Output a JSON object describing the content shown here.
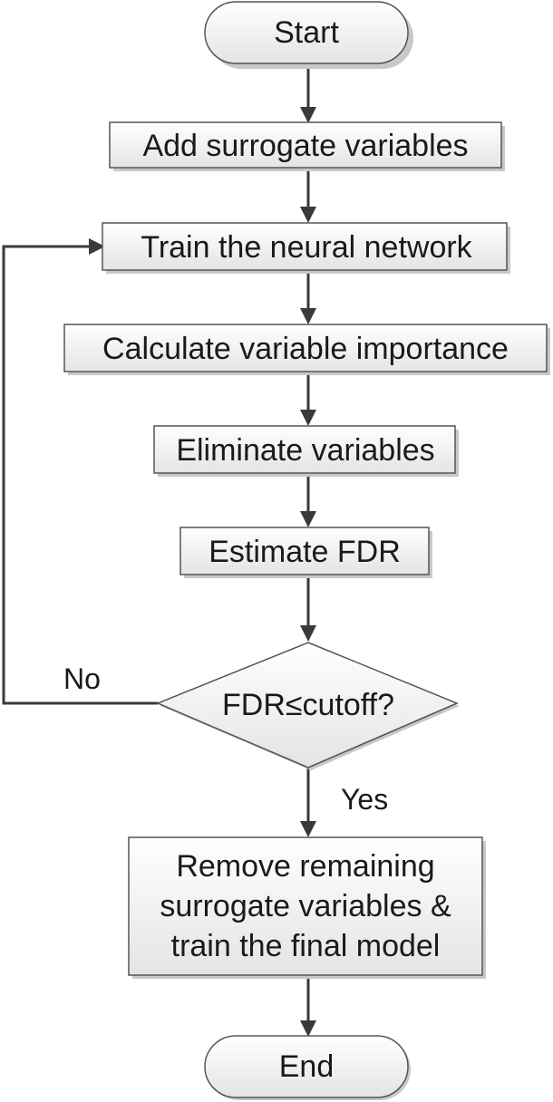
{
  "diagram": {
    "nodes": {
      "start": {
        "lines": [
          "Start"
        ]
      },
      "add_surrogate": {
        "lines": [
          "Add surrogate variables"
        ]
      },
      "train_nn": {
        "lines": [
          "Train the neural network"
        ]
      },
      "calc_importance": {
        "lines": [
          "Calculate variable importance"
        ]
      },
      "eliminate": {
        "lines": [
          "Eliminate variables"
        ]
      },
      "estimate_fdr": {
        "lines": [
          "Estimate FDR"
        ]
      },
      "decision": {
        "lines": [
          "FDR≤cutoff?"
        ]
      },
      "remove_train": {
        "lines": [
          "Remove remaining",
          "surrogate variables &",
          "train the final model"
        ]
      },
      "end": {
        "lines": [
          "End"
        ]
      }
    },
    "edge_labels": {
      "no": "No",
      "yes": "Yes"
    },
    "colors": {
      "box_fill_top": "#ffffff",
      "box_fill_bottom": "#e6e6e6",
      "border": "#555555",
      "arrow": "#3a3a3a",
      "shadow": "#c8c8c8"
    }
  }
}
